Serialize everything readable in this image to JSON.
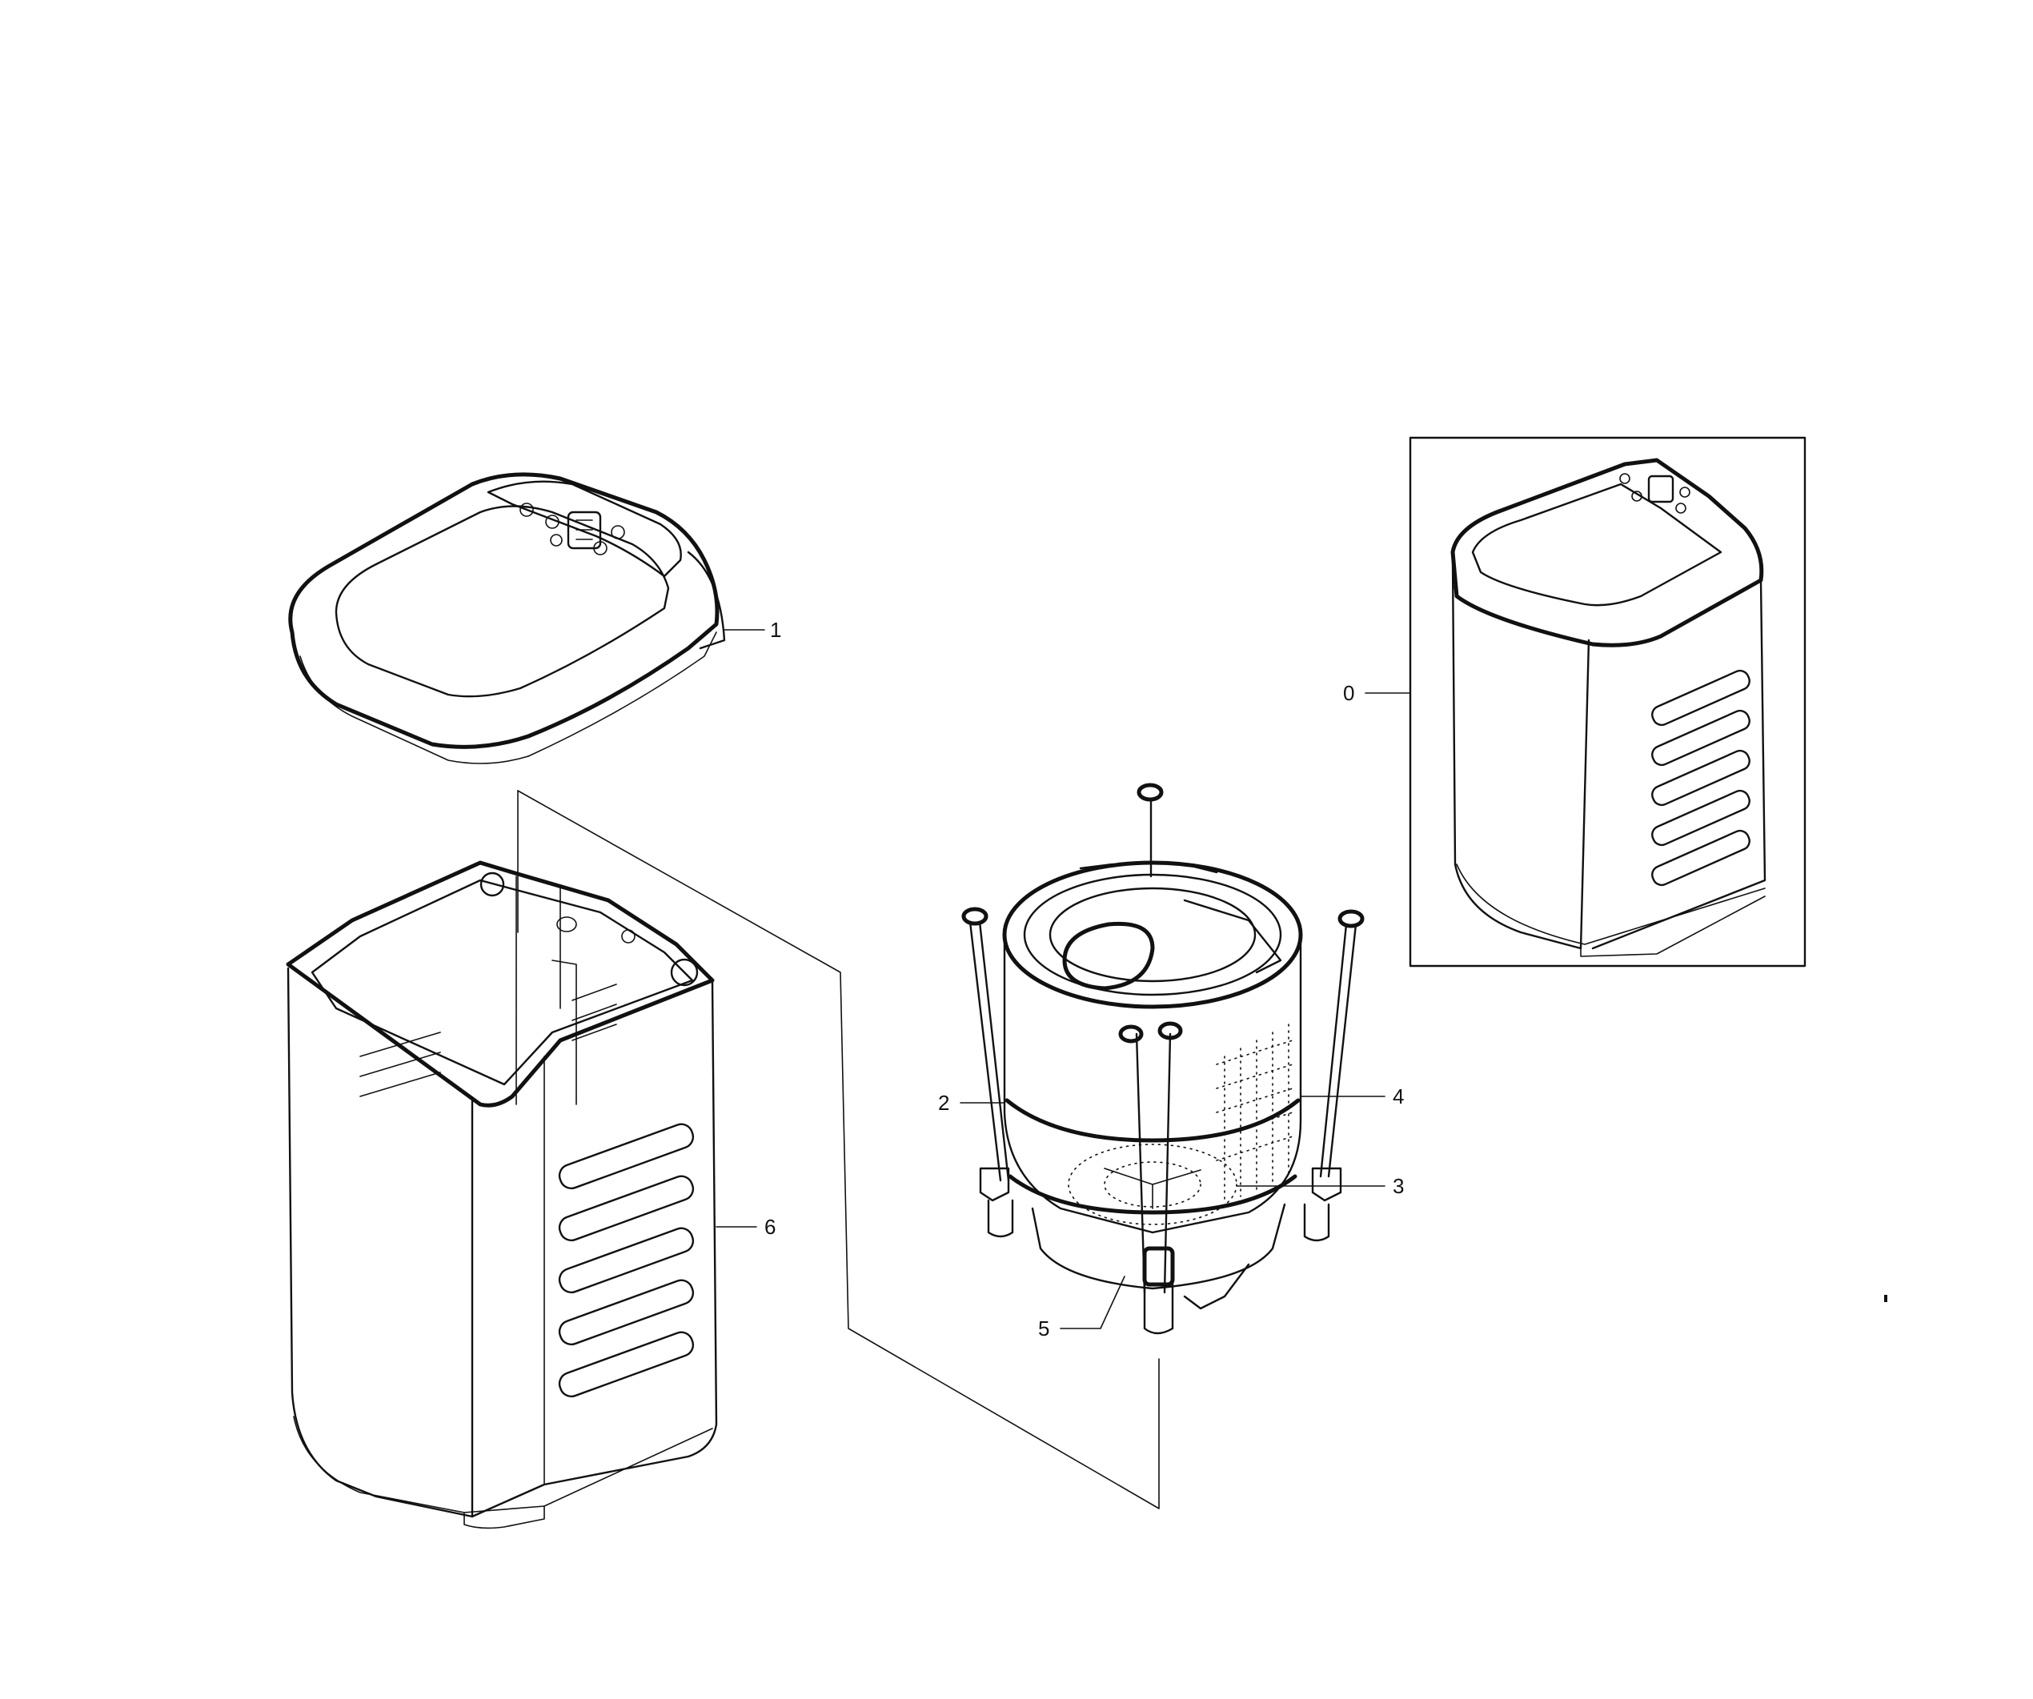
{
  "diagram": {
    "callouts": [
      {
        "id": "0",
        "text": "0"
      },
      {
        "id": "1",
        "text": "1"
      },
      {
        "id": "2",
        "text": "2"
      },
      {
        "id": "3",
        "text": "3"
      },
      {
        "id": "4",
        "text": "4"
      },
      {
        "id": "5",
        "text": "5"
      },
      {
        "id": "6",
        "text": "6"
      }
    ]
  }
}
